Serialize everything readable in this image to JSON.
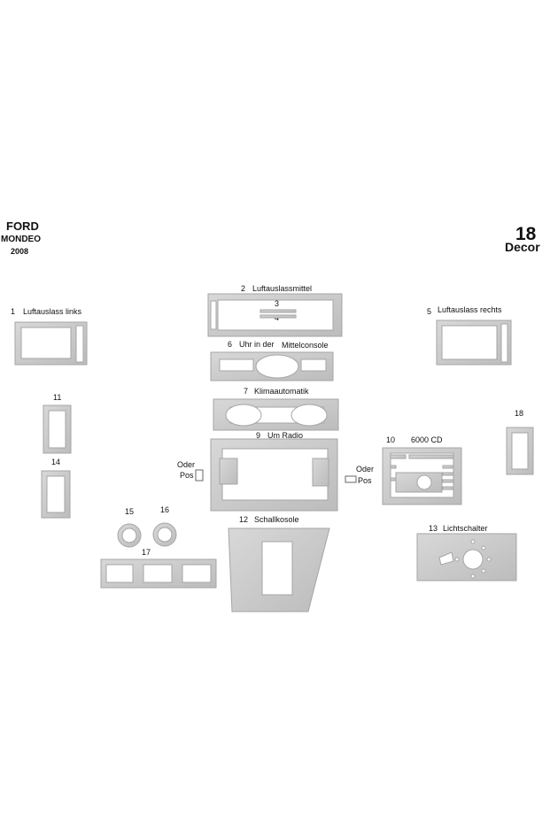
{
  "header": {
    "brand": "FORD",
    "model": "MONDEO",
    "year": "2008",
    "piece_count": "18",
    "piece_unit": "Decor"
  },
  "labels": {
    "p1": "1",
    "p1_name": "Luftauslass links",
    "p2": "2",
    "p2_name": "Luftauslassmittel",
    "p3": "3",
    "p4": "4",
    "p5": "5",
    "p5_name": "Luftauslass rechts",
    "p6": "6",
    "p6_name_a": "Uhr in der",
    "p6_name_b": "Mittelconsole",
    "p7": "7",
    "p7_name": "Klimaautomatik",
    "p9": "9",
    "p9_name": "Um Radio",
    "p10": "10",
    "p10_name": "6000 CD",
    "p11": "11",
    "p12": "12",
    "p12_name": "Schallkosole",
    "p13": "13",
    "p13_name": "Lichtschalter",
    "p14": "14",
    "p15": "15",
    "p16": "16",
    "p17": "17",
    "p18": "18",
    "oder": "Oder",
    "pos": "Pos"
  },
  "colors": {
    "part_fill": "#c9c9c9",
    "part_edge": "#a5a5a5",
    "hole": "#ffffff"
  }
}
